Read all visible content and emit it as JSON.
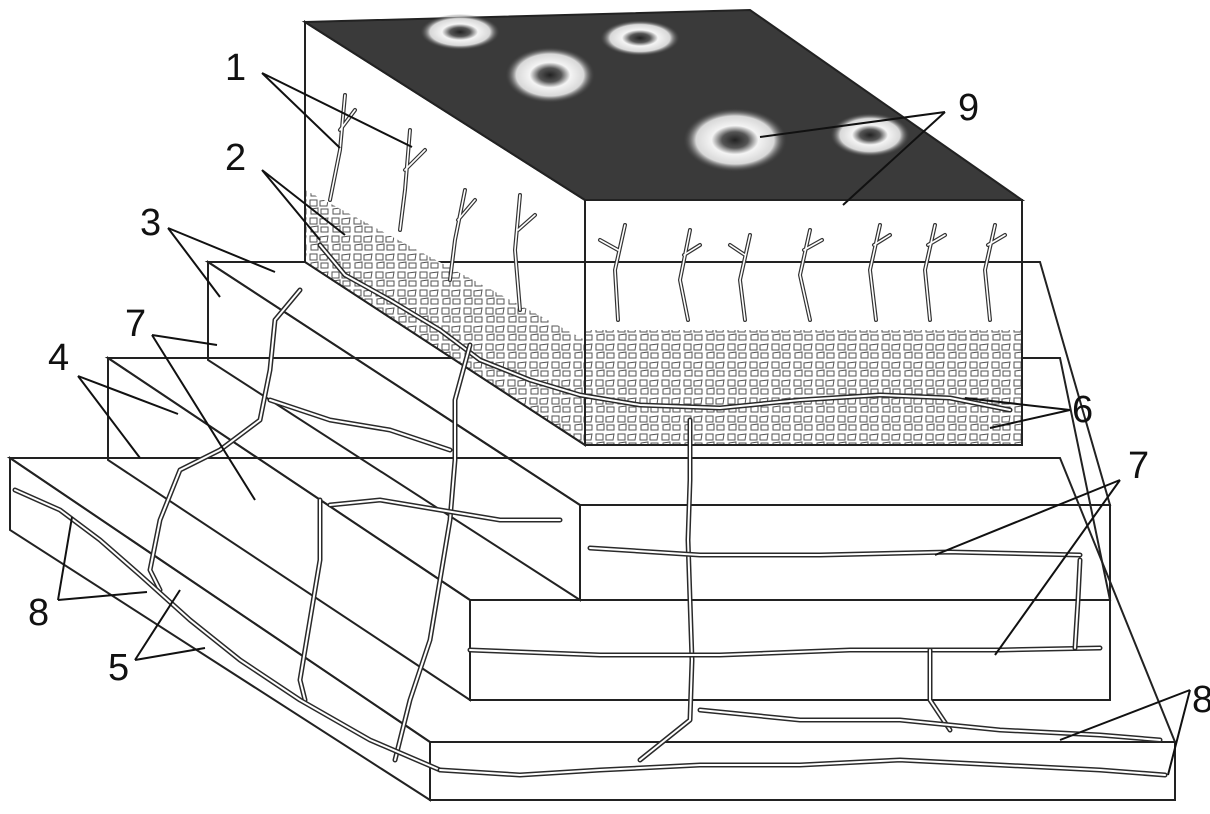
{
  "labels": [
    {
      "key": "1",
      "text": "1"
    },
    {
      "key": "2",
      "text": "2"
    },
    {
      "key": "3",
      "text": "3"
    },
    {
      "key": "4",
      "text": "4"
    },
    {
      "key": "5",
      "text": "5"
    },
    {
      "key": "6",
      "text": "6"
    },
    {
      "key": "7a",
      "text": "7"
    },
    {
      "key": "7b",
      "text": "7"
    },
    {
      "key": "8a",
      "text": "8"
    },
    {
      "key": "8b",
      "text": "8"
    },
    {
      "key": "9",
      "text": "9"
    }
  ],
  "colors": {
    "ink": "#222222",
    "surface": "#3a3a3a",
    "background": "#ffffff"
  }
}
